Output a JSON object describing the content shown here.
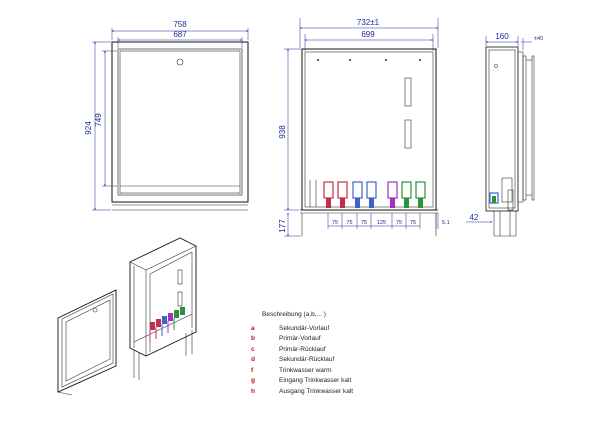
{
  "front_view": {
    "width_outer": "758",
    "width_inner": "687",
    "height_outer": "924",
    "height_inner": "749"
  },
  "middle_view": {
    "width_outer": "732±1",
    "width_inner": "699",
    "height": "938",
    "foot_height": "177",
    "bottom_spacings": [
      "75",
      "75",
      "75",
      "125",
      "75",
      "75"
    ],
    "edge_offset": "5.1"
  },
  "side_view": {
    "depth": "160",
    "tolerance": "±40",
    "bottom_offset": "42"
  },
  "legend": {
    "title": "Beschreibung (a,b,... )",
    "items": [
      {
        "key": "a",
        "text": "Sekundär-Vorlauf"
      },
      {
        "key": "b",
        "text": "Primär-Vorlauf"
      },
      {
        "key": "c",
        "text": "Primär-Rücklauf"
      },
      {
        "key": "d",
        "text": "Sekundär-Rücklauf"
      },
      {
        "key": "f",
        "text": "Trinkwasser warm"
      },
      {
        "key": "g",
        "text": "Eingang Trinkwasser kalt"
      },
      {
        "key": "h",
        "text": "Ausgang Trinkwasser kalt"
      }
    ]
  },
  "colors": {
    "dimension": "#1b2a9a",
    "legend_key": "#b0141a",
    "valve_red": "#c0304a",
    "valve_purple": "#a030c0",
    "valve_green": "#2f8f3a",
    "valve_blue": "#3d63c8",
    "valve_magenta": "#c0309a"
  }
}
